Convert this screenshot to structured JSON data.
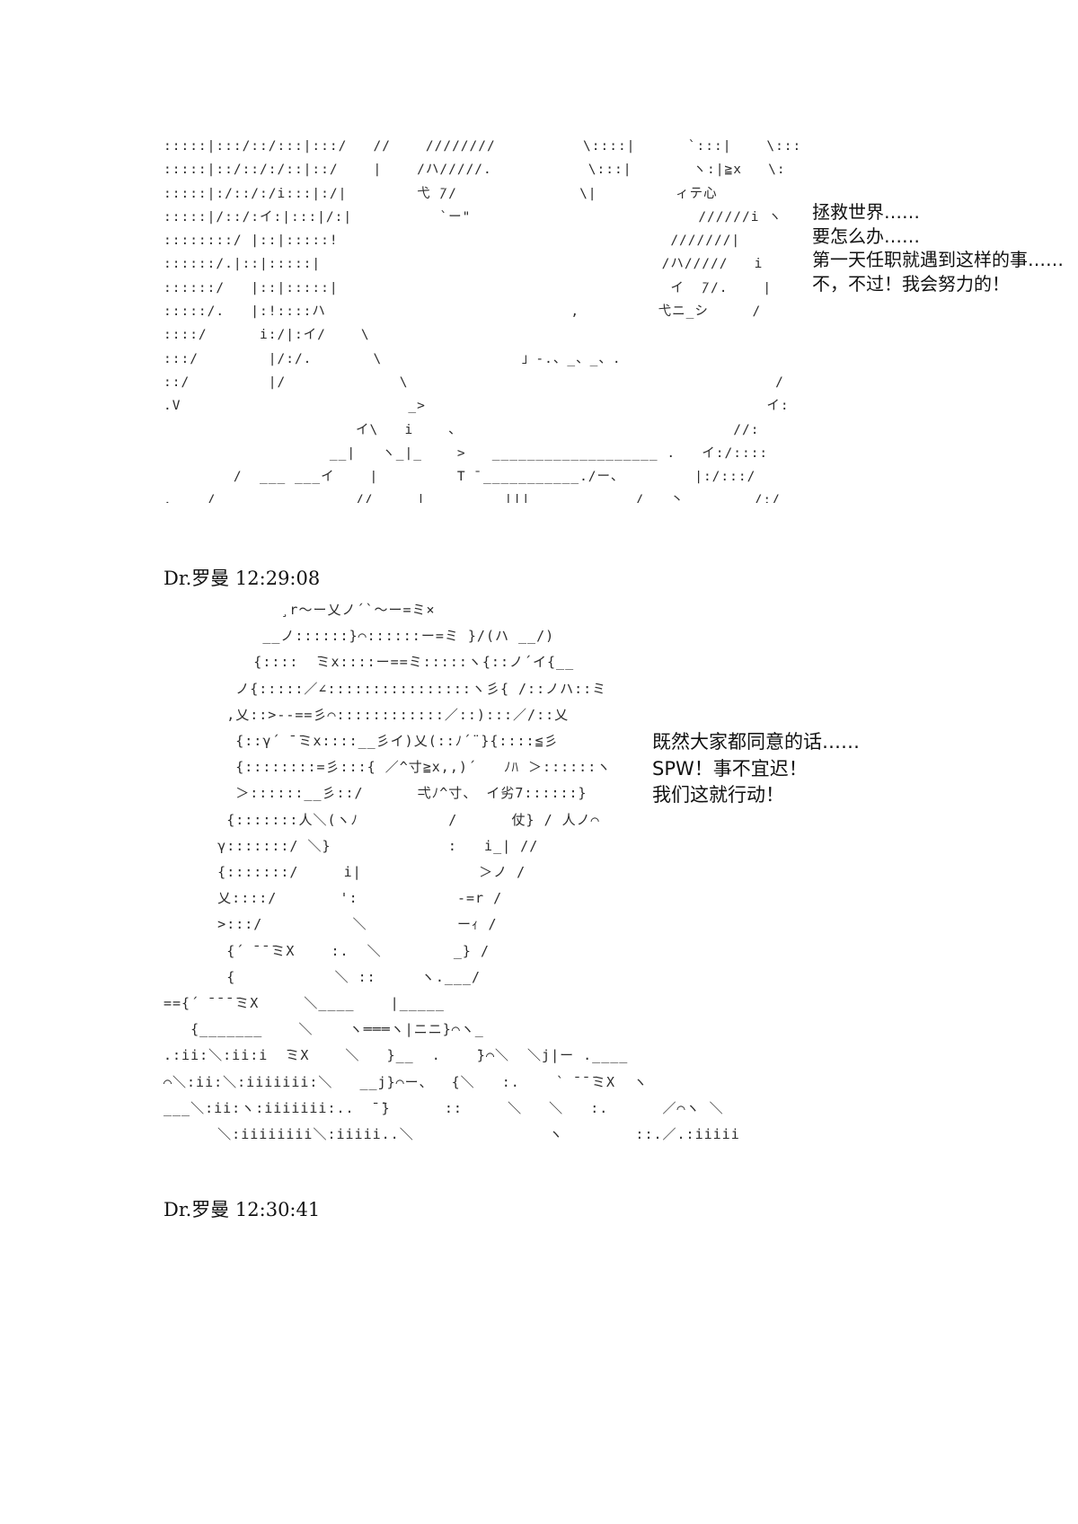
{
  "panel_1": {
    "ascii_art_lines": [
      ":::::|:::/::/:::|:::/   //    ////////          \\::::|      `:::|    \\:::",
      ":::::|::/::/:/::|::/    |    /ハ/////.           \\:::|       ヽ:|≧x   \\:",
      ":::::|:/::/:/i:::|:/|        弋 ̄//              \\|         ィテ心",
      ":::::|/::/:イ:|:::|/:|          `ー\"                          //////i ヽ",
      "::::::::/ |::|:::::!                                      ///////|",
      "::::::/.|::|:::::|                                       /ハ/////   i",
      "::::::/   |::|:::::|                                      イ  ̄//.    |",
      ":::::/.   |:!::::ハ                            ,         弋ニ_シ     /",
      "::::/      i:/|:イ/    \\",
      ":::/        |/:/.       \\                」-.、_、_、.",
      "::/         |/             \\                                          /",
      ".V                          _>                                       イ:",
      "                      イ\\   i    、                               //:",
      "                   __|   ヽ_|_    >   ___________________ .   イ:/::::",
      "        /  ___ ___イ    |         ̄T ̄ ___________./ー、        |:/:::/",
      ".    /                //     |         |||            /   丶        /:/"
    ],
    "dialogue": [
      "拯救世界……",
      "要怎么办……",
      "第一天任职就遇到这样的事……",
      "不，不过！我会努力的！"
    ]
  },
  "timestamp_1": "Dr.罗曼 12:29:08",
  "panel_2": {
    "ascii_art_lines": [
      "             ¸r〜ー乂ノ´`〜ー=ミ×",
      "           __ノ::::::}⌒::::::ー=ミ }/(ハ __/)",
      "          {::::  ̄ミx::::ー==ミ:::::ヽ{::ノ´イ{__",
      "        ノ{:::::／∠::::::::::::::::ヽ彡{ /::ノハ::ミ",
      "       ,乂::>--==彡⌒::::::::::::／::):::／/::乂",
      "        {::γ´ ̄ ̄ミx::::__彡イ)乂(::ﾉ´¨}{::::≦彡",
      "        {::::::::=彡:::{ ／^寸≧x,,)´   ﾉﾊ ＞::::::ヽ",
      "        ＞::::::__彡::/      弌ﾉ^寸、 イ劣7::::::}",
      "       {:::::::人＼(ヽﾉ          /      仗} / 人ノ⌒",
      "      γ:::::::/ ＼}             :   i_| //",
      "      {:::::::/     i|             ＞ノ /",
      "      乂::::/       ':           -=r /",
      "      >:::/          ＼          ーｨ /",
      "       {´ ̄ ̄ ̄ミX    :.  ＼        _} /",
      "       {           ＼ ::     ヽ.___/",
      "=={´ ̄ ̄ ̄ ̄ミX     ＼____    |_____",
      "   {_______    ＼    ヽ═══ヽ|ニニ}⌒ヽ_",
      ".:ii:＼:ii:i  ̄ミX    ＼   }__  .    ̄}⌒＼  ＼j|ー .____",
      "⌒＼:ii:＼:iiiiiii:＼   __j}⌒ー、  {＼   :.    ` ̄ ̄ ̄ミX  ヽ",
      "___＼:ii:ヽ:iiiiiii:..  ̄ ̄}      ::     ＼   ＼   :.      ／⌒ヽ ＼",
      "      ＼:iiiiiiii＼:iiiii..＼               ヽ        ::.／.:iiiiiiii}   ＼"
    ],
    "dialogue": [
      "既然大家都同意的话……",
      "SPW！事不宜迟！",
      "我们这就行动！"
    ]
  },
  "timestamp_2": "Dr.罗曼 12:30:41"
}
